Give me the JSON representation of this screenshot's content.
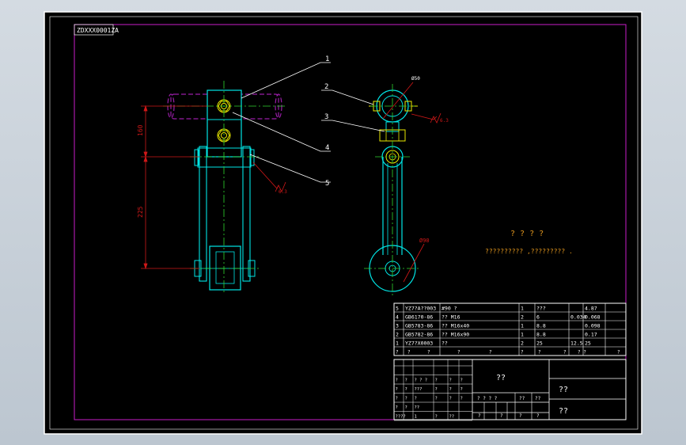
{
  "drawing_id": "ZDXXX0001ZA",
  "callouts": [
    "1",
    "2",
    "3",
    "4",
    "5"
  ],
  "dimensions": {
    "vertical_top": "160",
    "vertical_bottom": "225",
    "diameter_top": "Ø50",
    "diameter_bottom": "Ø90",
    "roughness_a": "6.3",
    "roughness_b": "6.3"
  },
  "notes": {
    "title": "? ? ? ?",
    "line": "??????????  ,?????????  ."
  },
  "parts_list": [
    {
      "no": "5",
      "code": "YZ7?A??003",
      "name": "#90 ?",
      "qty": "1",
      "mat": "???",
      "w1": "",
      "w2": "4.87"
    },
    {
      "no": "4",
      "code": "GB6170-86",
      "name": "?? M16",
      "qty": "2",
      "mat": "6",
      "w1": "0.034",
      "w2": "0.068"
    },
    {
      "no": "3",
      "code": "GB5783-86",
      "name": "?? M16x40",
      "qty": "1",
      "mat": "8.8",
      "w1": "",
      "w2": "0.098"
    },
    {
      "no": "2",
      "code": "GB5782-86",
      "name": "?? M16x90",
      "qty": "1",
      "mat": "8.8",
      "w1": "",
      "w2": "0.17"
    },
    {
      "no": "1",
      "code": "YZ7?X0003",
      "name": "??",
      "qty": "2",
      "mat": "25",
      "w1": "12.5",
      "w2": "25"
    }
  ],
  "parts_header": [
    "?",
    "?",
    "?",
    "?",
    "?",
    "?",
    "?",
    "?",
    "? ?",
    "?"
  ],
  "title_block": {
    "part_name": "??",
    "material": "??",
    "company": "??",
    "left_rows": [
      [
        "?",
        "?",
        "? ? ?",
        "?",
        "?",
        "?"
      ],
      [
        "?",
        "?",
        "???",
        "?",
        "?",
        "?"
      ],
      [
        "?",
        "?",
        "?",
        "?",
        "?",
        "?"
      ],
      [
        "?",
        "?",
        "??",
        "",
        "",
        ""
      ],
      [
        "????",
        "",
        "1",
        "?",
        "??",
        ""
      ]
    ],
    "scale_labels": [
      "? ? ? ?",
      "??",
      "??"
    ],
    "sheet_labels": [
      "?",
      "?",
      "?",
      "?"
    ]
  },
  "colors": {
    "background": "#000000",
    "frame": "#c81ec8",
    "outline": "#ffffff",
    "part": "#00e5e5",
    "centerline": "#2fd62f",
    "dimension": "#d01818",
    "bolt": "#e8e800",
    "phantom": "#9a1ea8",
    "note": "#e89a1e"
  }
}
